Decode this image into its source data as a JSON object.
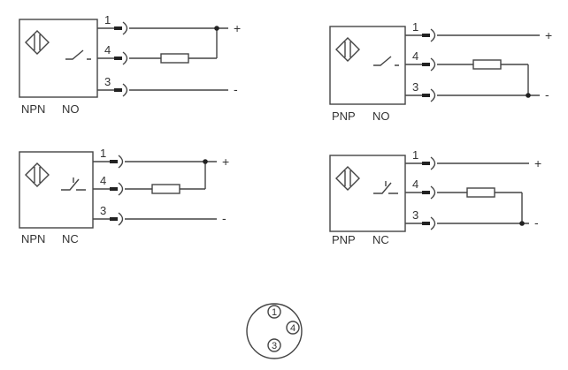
{
  "circuits": [
    {
      "type": "NPN",
      "contact": "NO",
      "pins": [
        "1",
        "4",
        "3"
      ],
      "plus": "+",
      "minus": "-"
    },
    {
      "type": "PNP",
      "contact": "NO",
      "pins": [
        "1",
        "4",
        "3"
      ],
      "plus": "+",
      "minus": "-"
    },
    {
      "type": "NPN",
      "contact": "NC",
      "pins": [
        "1",
        "4",
        "3"
      ],
      "plus": "+",
      "minus": "-"
    },
    {
      "type": "PNP",
      "contact": "NC",
      "pins": [
        "1",
        "4",
        "3"
      ],
      "plus": "+",
      "minus": "-"
    }
  ],
  "connector": {
    "pins": [
      "1",
      "4",
      "3"
    ]
  }
}
